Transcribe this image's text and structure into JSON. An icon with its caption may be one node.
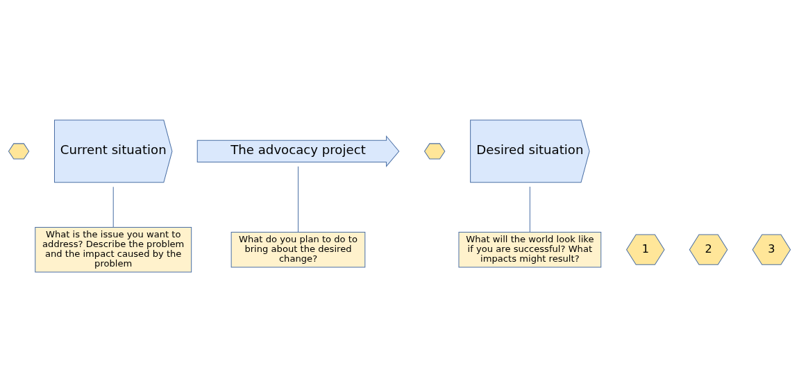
{
  "diagram": {
    "nodes": [
      {
        "text": [],
        "shape": "hexagon"
      },
      {
        "text": [
          "Current situation"
        ]
      },
      {
        "text": [
          "The advocacy project"
        ]
      },
      {
        "text": [],
        "shape": "hexagon"
      },
      {
        "text": [
          "Desired situation"
        ]
      },
      {
        "text": [
          "1"
        ]
      },
      {
        "text": [
          "What is the issue you want to address? Describe the problem and the impact caused by the problem"
        ]
      },
      {
        "text": [
          "2"
        ]
      },
      {
        "text": [
          "What will the world look like if you are successful? What impacts might result?"
        ]
      },
      {
        "text": [
          "3"
        ]
      },
      {
        "text": [
          "What do you plan to do to bring about the desired change?"
        ]
      }
    ],
    "edges": [
      {
        "from": 6,
        "to": 1,
        "arrow": "none"
      },
      {
        "from": 8,
        "to": 4,
        "arrow": "none"
      },
      {
        "from": 10,
        "to": 2,
        "arrow": "none"
      }
    ]
  }
}
